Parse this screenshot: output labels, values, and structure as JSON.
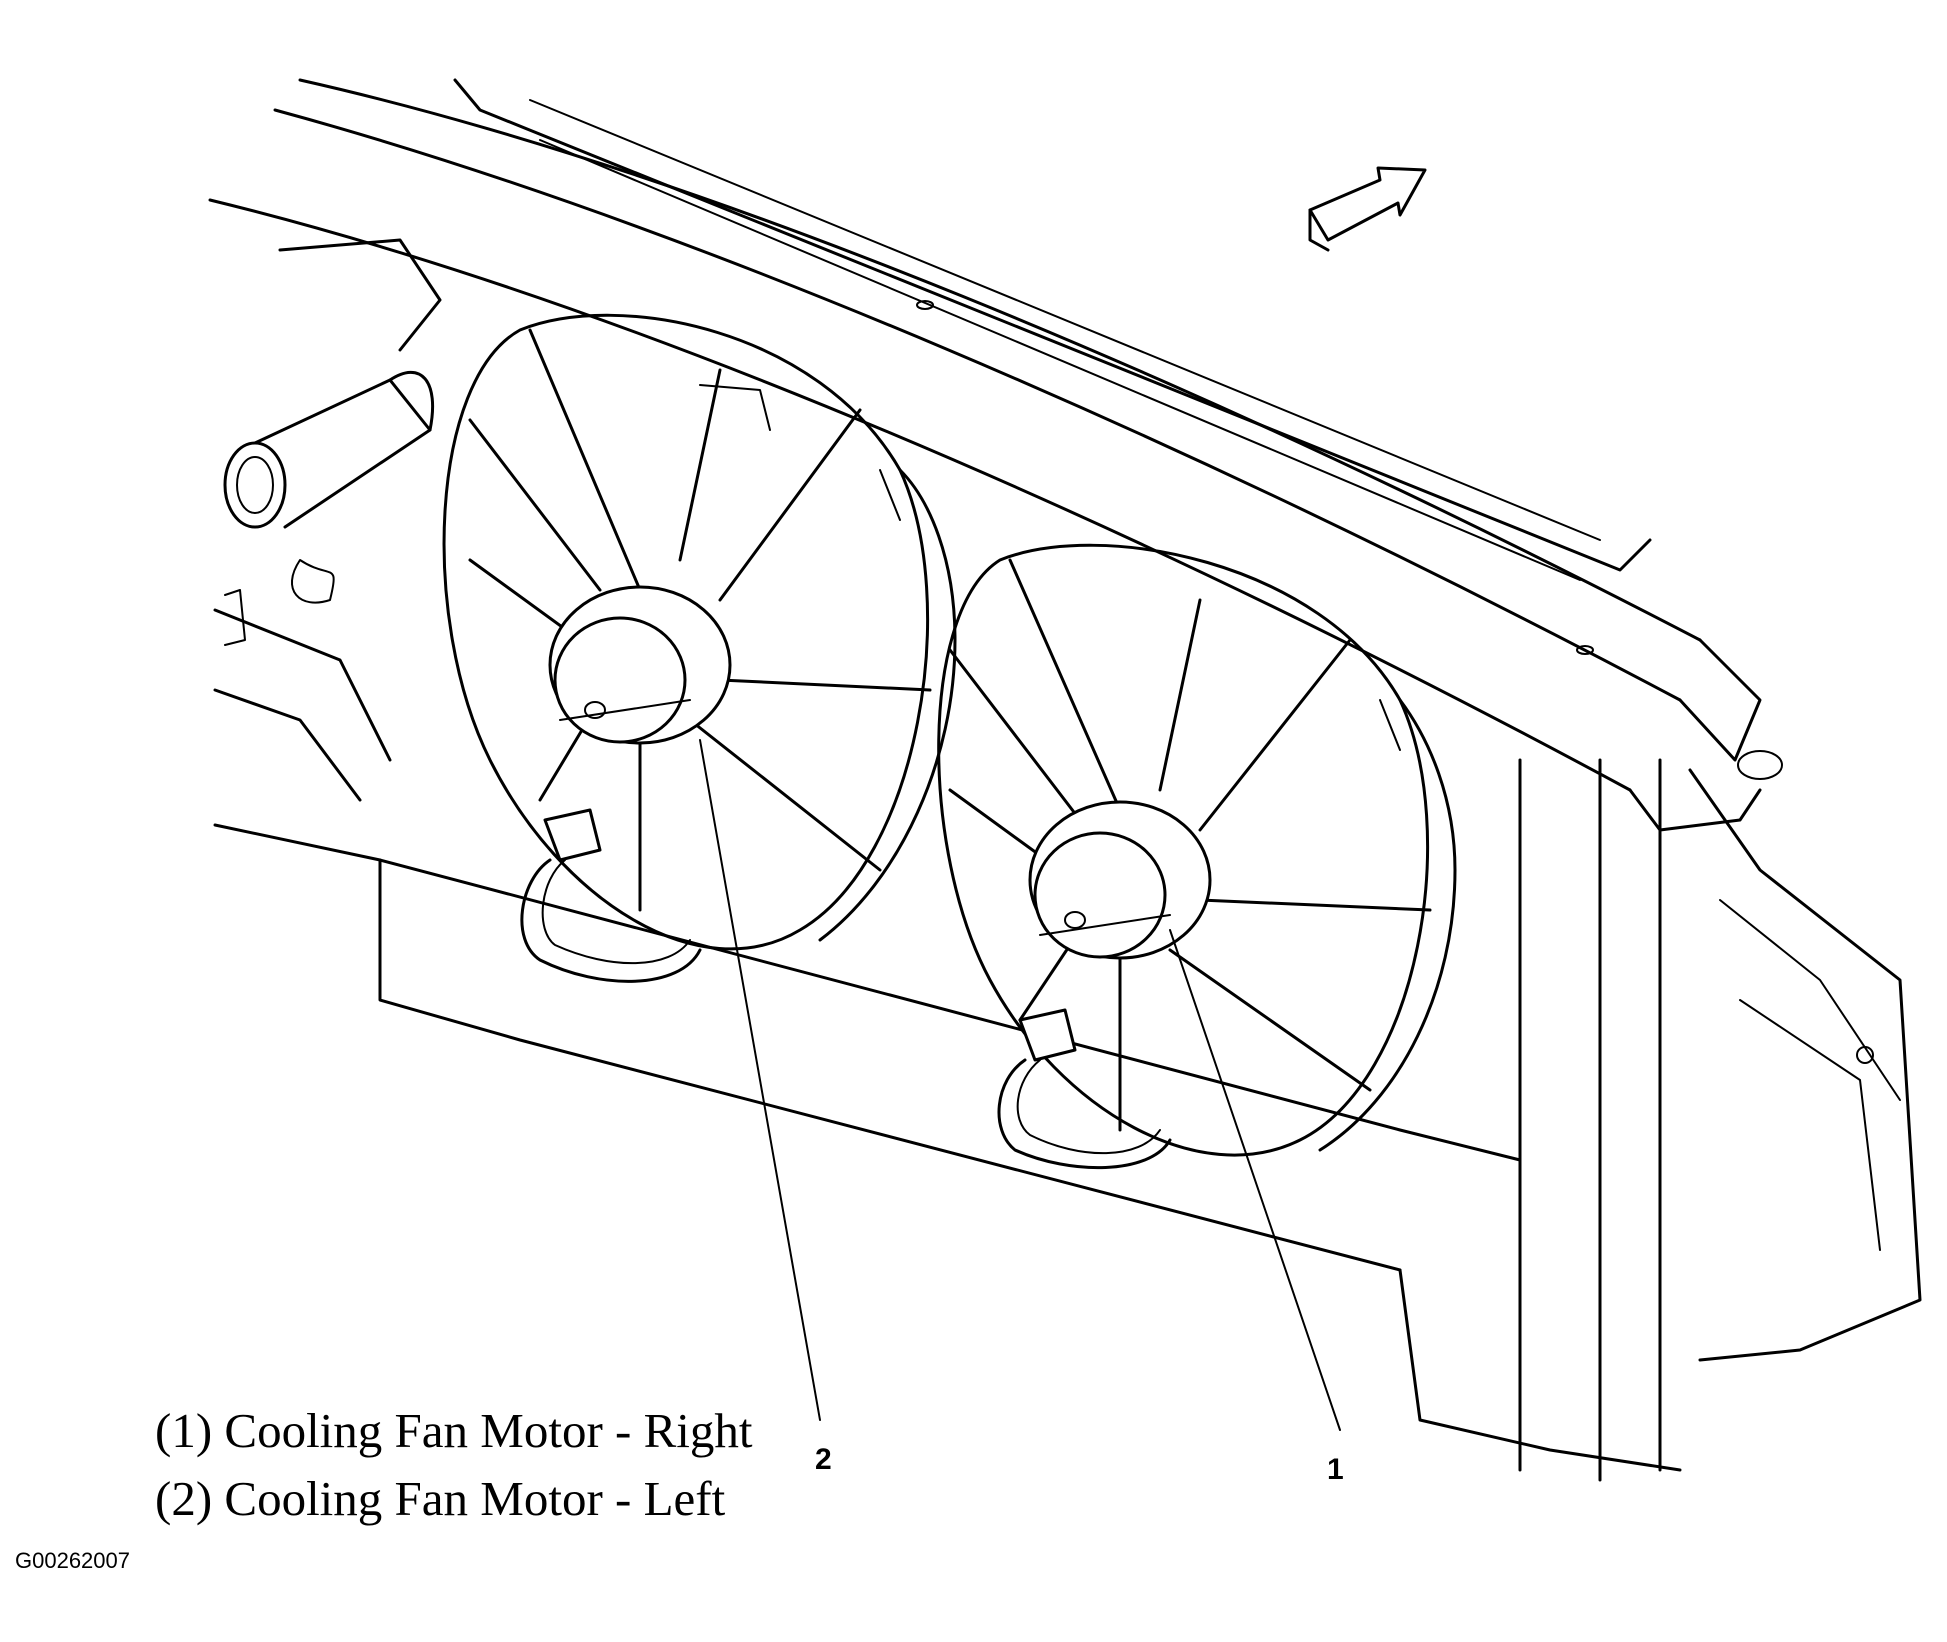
{
  "callouts": {
    "one": "1",
    "two": "2"
  },
  "legend": {
    "item_1": "(1) Cooling Fan Motor - Right",
    "item_2": "(2) Cooling Fan Motor - Left"
  },
  "figure_id": "G00262007",
  "colors": {
    "line": "#000000",
    "background": "#ffffff"
  }
}
